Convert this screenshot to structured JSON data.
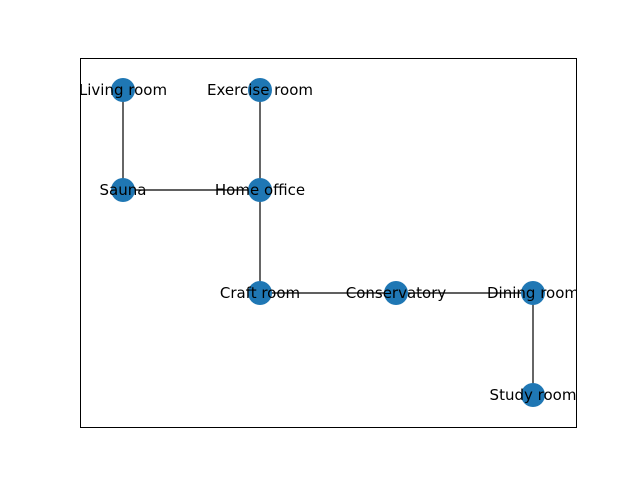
{
  "graph": {
    "node_color": "#1f77b4",
    "edge_color": "#000000",
    "frame_color": "#000000",
    "nodes": [
      {
        "id": "living-room",
        "label": "Living room"
      },
      {
        "id": "exercise-room",
        "label": "Exercise room"
      },
      {
        "id": "sauna",
        "label": "Sauna"
      },
      {
        "id": "home-office",
        "label": "Home office"
      },
      {
        "id": "craft-room",
        "label": "Craft room"
      },
      {
        "id": "conservatory",
        "label": "Conservatory"
      },
      {
        "id": "dining-room",
        "label": "Dining room"
      },
      {
        "id": "study-room",
        "label": "Study room"
      }
    ],
    "edges": [
      [
        "living-room",
        "sauna"
      ],
      [
        "sauna",
        "home-office"
      ],
      [
        "exercise-room",
        "home-office"
      ],
      [
        "home-office",
        "craft-room"
      ],
      [
        "craft-room",
        "conservatory"
      ],
      [
        "conservatory",
        "dining-room"
      ],
      [
        "dining-room",
        "study-room"
      ]
    ]
  }
}
